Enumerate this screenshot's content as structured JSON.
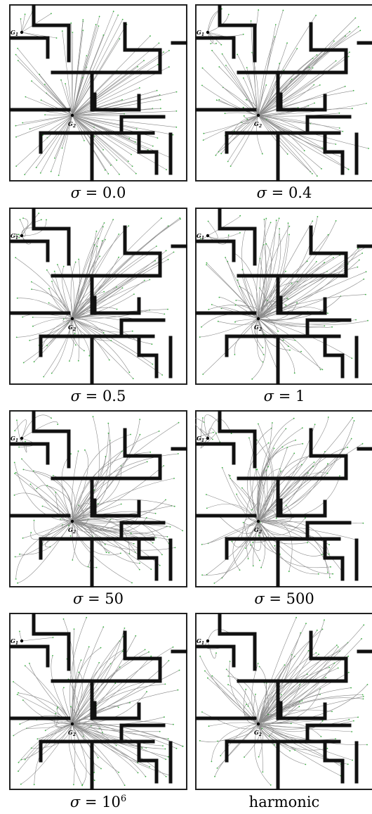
{
  "panels": [
    {
      "id": "p1",
      "caption": {
        "symbol": "σ",
        "rest": " = 0.0"
      }
    },
    {
      "id": "p2",
      "caption": {
        "symbol": "σ",
        "rest": " = 0.4"
      }
    },
    {
      "id": "p3",
      "caption": {
        "symbol": "σ",
        "rest": " = 0.5"
      }
    },
    {
      "id": "p4",
      "caption": {
        "symbol": "σ",
        "rest": " = 1"
      }
    },
    {
      "id": "p5",
      "caption": {
        "symbol": "σ",
        "rest": " = 50"
      }
    },
    {
      "id": "p6",
      "caption": {
        "symbol": "σ",
        "rest": " = 500"
      }
    },
    {
      "id": "p7",
      "caption": {
        "symbol": "σ",
        "rest": " = 10",
        "sup": "6"
      }
    },
    {
      "id": "p8",
      "caption": {
        "symbol": "",
        "rest": "harmonic"
      }
    }
  ],
  "goals": {
    "g1": {
      "letter": "G",
      "sub": "1"
    },
    "g2": {
      "letter": "G",
      "sub": "2"
    }
  },
  "colors": {
    "wall": "#111111",
    "trajectory": "#8a8a8a",
    "start_point": "#3cb043",
    "frame": "#222222"
  }
}
